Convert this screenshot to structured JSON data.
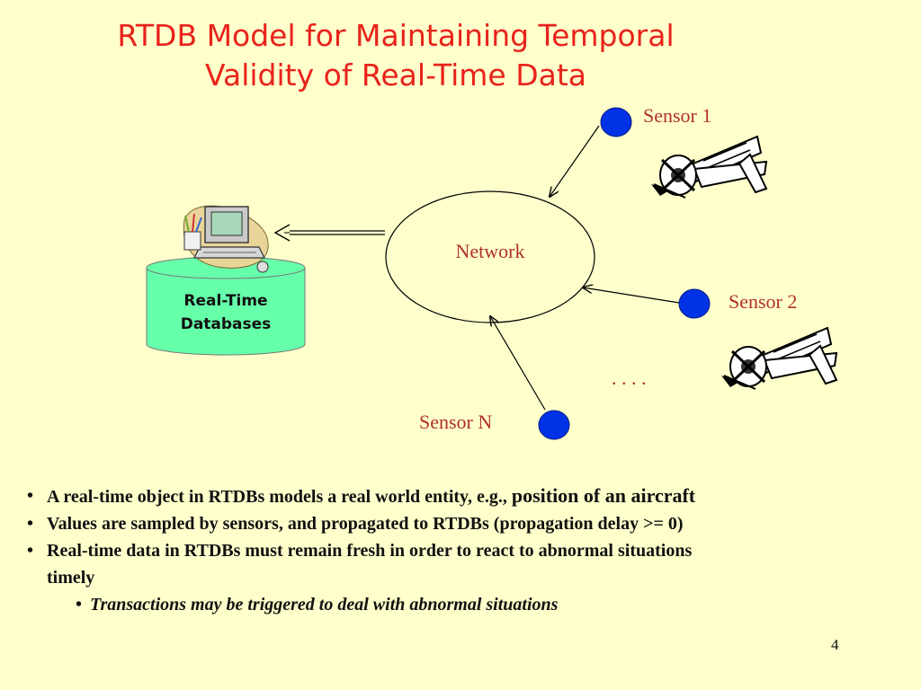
{
  "slide": {
    "title_line1": "RTDB Model for Maintaining Temporal",
    "title_line2": "Validity of Real-Time Data",
    "page_number": "4"
  },
  "diagram": {
    "network_label": "Network",
    "database_label_line1": "Real-Time",
    "database_label_line2": "Databases",
    "sensors": [
      {
        "label": "Sensor 1"
      },
      {
        "label": "Sensor 2"
      },
      {
        "label": "Sensor N"
      }
    ],
    "ellipsis": ". . . .",
    "icons": [
      "computer-icon",
      "database-cylinder",
      "airplane-icon",
      "sensor-node"
    ],
    "colors": {
      "title": "#e8231b",
      "label": "#b0302e",
      "sensor": "#0033e6",
      "database": "#66ffaa",
      "background": "#ffffcc"
    }
  },
  "bullets": {
    "b1_text": "A real-time object in RTDBs models a real world entity, e.g., ",
    "b1_emph": "position of an aircraft",
    "b2": "Values are sampled by sensors, and propagated to RTDBs (propagation delay >= 0)",
    "b3_line1": "Real-time data in RTDBs must remain fresh in order to react to abnormal situations",
    "b3_line2": "timely",
    "sub1": "Transactions may be triggered to deal with abnormal situations"
  }
}
